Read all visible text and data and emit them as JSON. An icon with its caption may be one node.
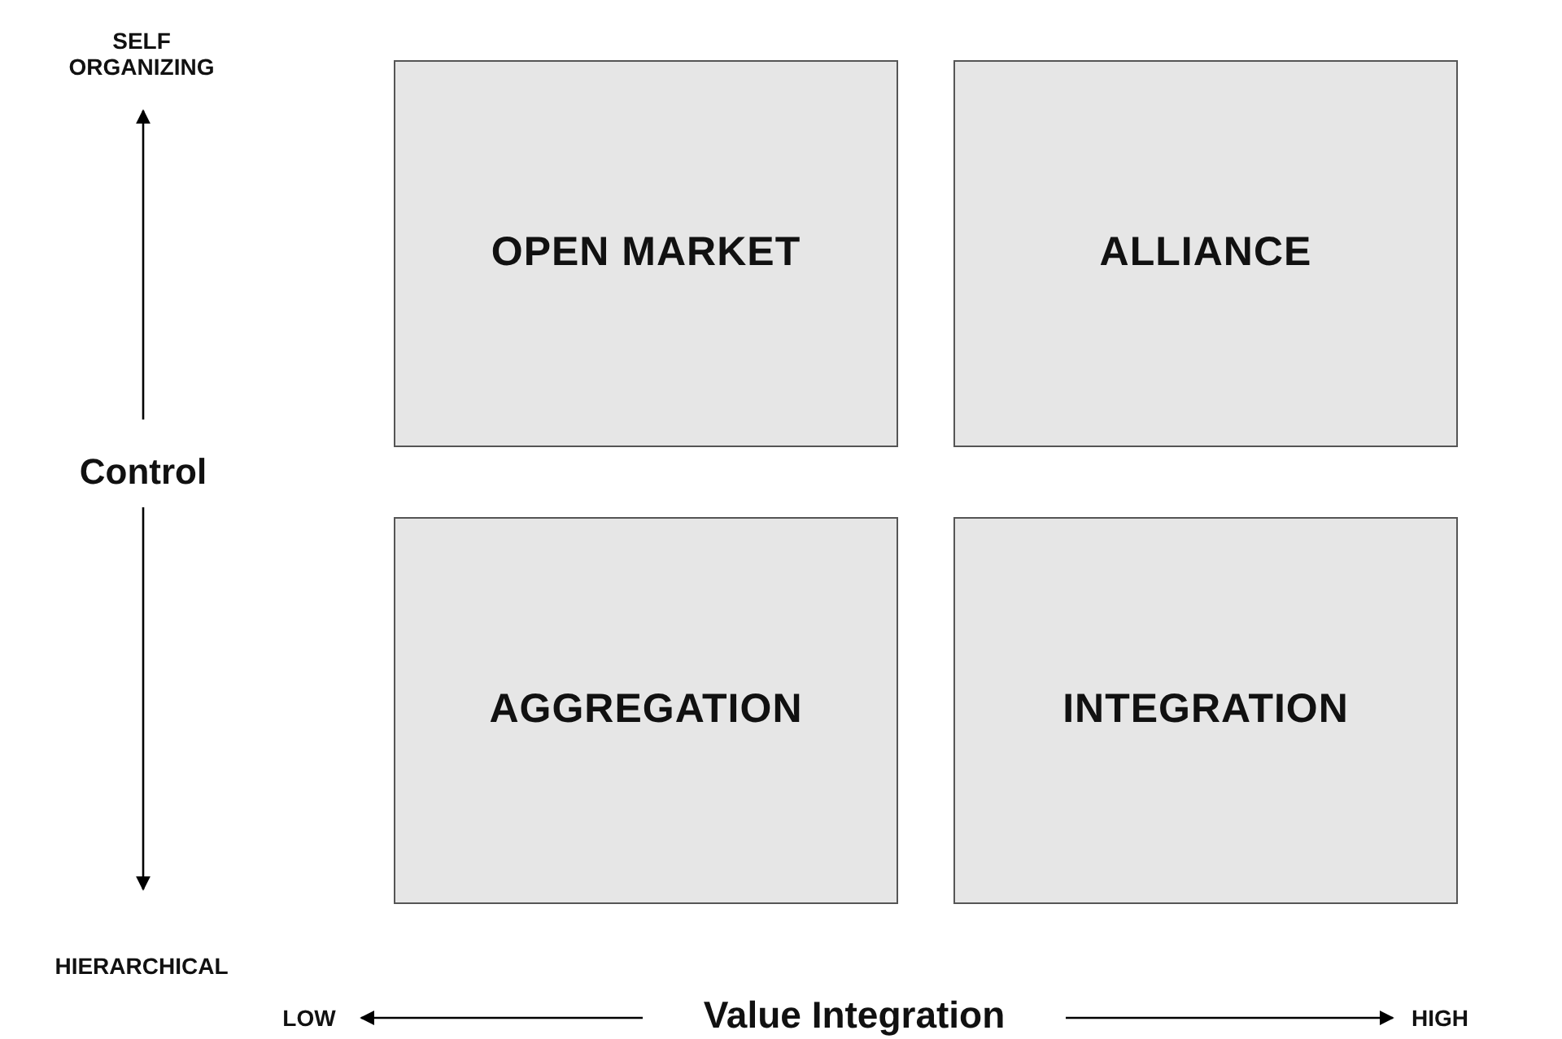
{
  "diagram": {
    "nodes": [
      {
        "text": [
          "OPEN MARKET"
        ]
      },
      {
        "text": [
          "ALLIANCE"
        ]
      },
      {
        "text": [
          "AGGREGATION"
        ]
      },
      {
        "text": [
          "INTEGRATION"
        ]
      }
    ],
    "labels": [
      "SELF ORGANIZING",
      "Control",
      "HIERARCHICAL",
      "LOW",
      "Value Integration",
      "HIGH"
    ]
  }
}
